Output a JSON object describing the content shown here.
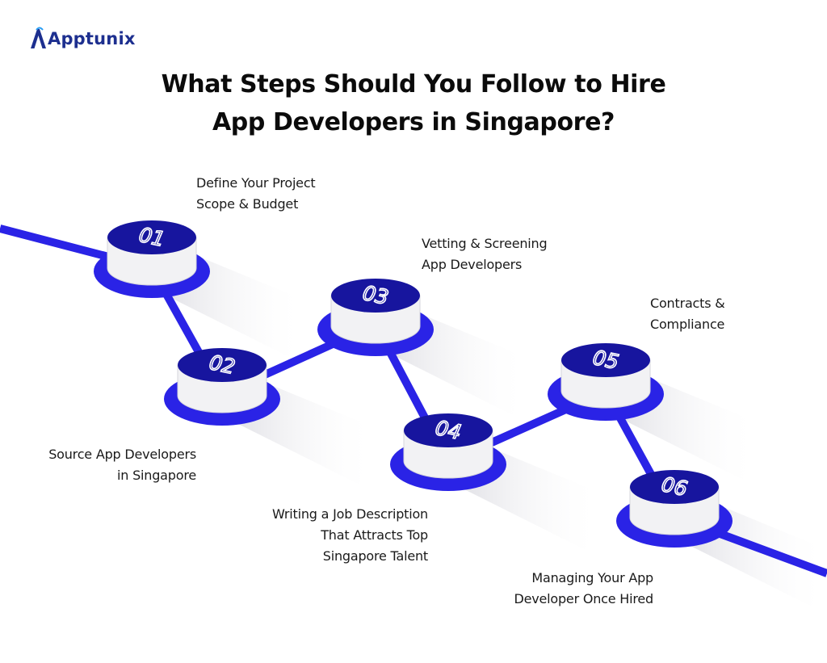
{
  "brand": {
    "name": "Apptunix",
    "color": "#1d2f8f"
  },
  "title": {
    "line1": "What Steps Should You Follow to Hire",
    "line2": "App Developers in Singapore?"
  },
  "colors": {
    "accent": "#2a23e6",
    "disc_top": "#17159e",
    "cylinder_body": "#f2f2f4",
    "shadow": "#e8e8ec"
  },
  "steps": [
    {
      "number": "01",
      "lines": [
        "Define Your Project",
        "Scope & Budget"
      ]
    },
    {
      "number": "02",
      "lines": [
        "Source App Developers",
        "in Singapore"
      ]
    },
    {
      "number": "03",
      "lines": [
        "Vetting & Screening",
        "App Developers"
      ]
    },
    {
      "number": "04",
      "lines": [
        "Writing a Job Description",
        "That Attracts Top",
        "Singapore Talent"
      ]
    },
    {
      "number": "05",
      "lines": [
        "Contracts &",
        "Compliance"
      ]
    },
    {
      "number": "06",
      "lines": [
        "Managing Your App",
        "Developer Once Hired"
      ]
    }
  ]
}
